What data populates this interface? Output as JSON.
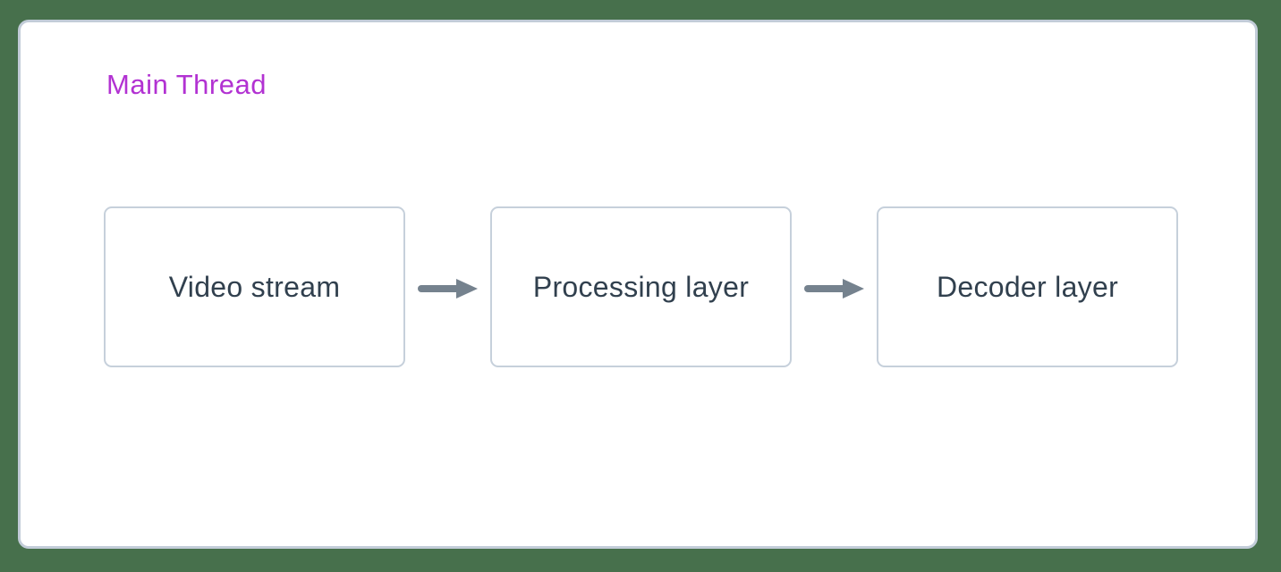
{
  "diagram": {
    "title": "Main Thread",
    "nodes": [
      {
        "id": "video-stream",
        "label": "Video stream"
      },
      {
        "id": "processing-layer",
        "label": "Processing layer"
      },
      {
        "id": "decoder-layer",
        "label": "Decoder layer"
      }
    ],
    "connections": [
      {
        "from": "Video stream",
        "to": "Processing layer",
        "type": "arrow-right"
      },
      {
        "from": "Processing layer",
        "to": "Decoder layer",
        "type": "arrow-right"
      }
    ],
    "colors": {
      "canvas_background": "#47704c",
      "panel_background": "#ffffff",
      "panel_border": "#c2ccd8",
      "node_border": "#c6d0db",
      "node_text": "#31404e",
      "title_text": "#b232d2",
      "arrow": "#75828e"
    }
  }
}
